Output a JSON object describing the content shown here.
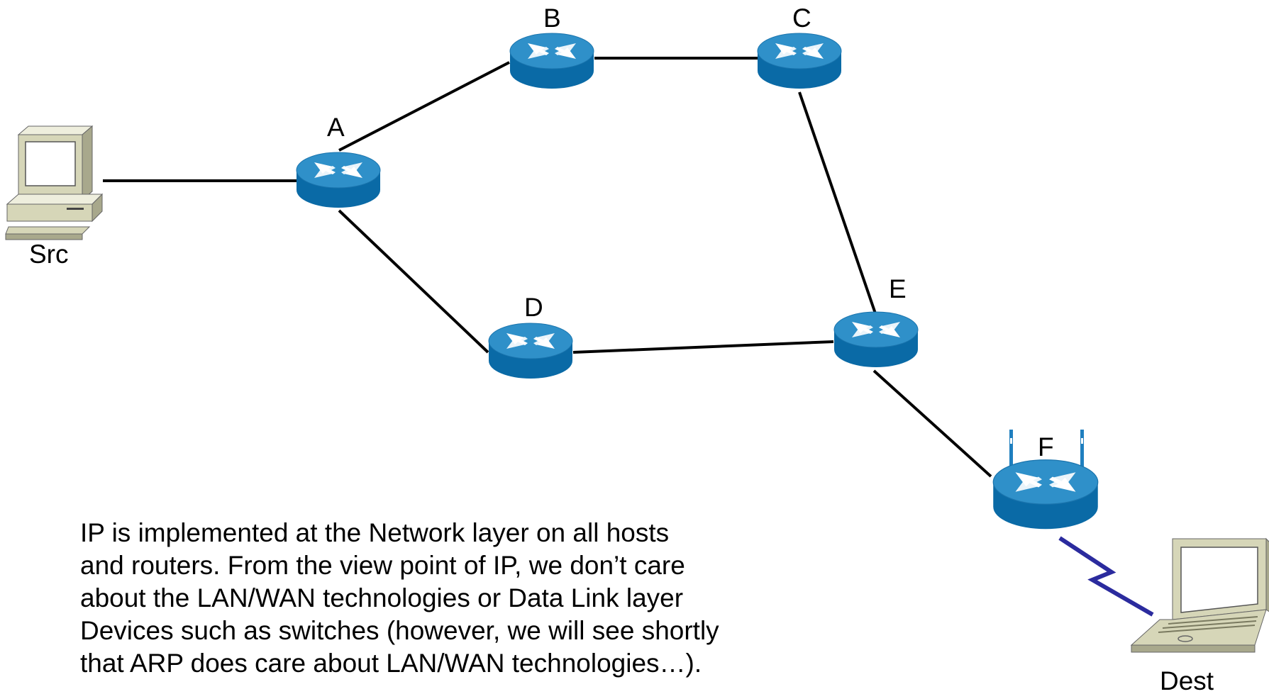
{
  "nodes": {
    "src": {
      "label": "Src",
      "icon": "desktop-computer-icon"
    },
    "a": {
      "label": "A",
      "icon": "router-icon"
    },
    "b": {
      "label": "B",
      "icon": "router-icon"
    },
    "c": {
      "label": "C",
      "icon": "router-icon"
    },
    "d": {
      "label": "D",
      "icon": "router-icon"
    },
    "e": {
      "label": "E",
      "icon": "router-icon"
    },
    "f": {
      "label": "F",
      "icon": "wireless-router-icon"
    },
    "dest": {
      "label": "Dest",
      "icon": "laptop-computer-icon"
    }
  },
  "links": [
    {
      "from": "Src",
      "to": "A",
      "kind": "wired"
    },
    {
      "from": "A",
      "to": "B",
      "kind": "wired"
    },
    {
      "from": "B",
      "to": "C",
      "kind": "wired"
    },
    {
      "from": "C",
      "to": "E",
      "kind": "wired"
    },
    {
      "from": "A",
      "to": "D",
      "kind": "wired"
    },
    {
      "from": "D",
      "to": "E",
      "kind": "wired"
    },
    {
      "from": "E",
      "to": "F",
      "kind": "wired"
    },
    {
      "from": "F",
      "to": "Dest",
      "kind": "wireless"
    }
  ],
  "colors": {
    "router_top": "#2f90c9",
    "router_side": "#0a6aa6",
    "wired_link": "#000000",
    "wireless_link": "#2b2b9e",
    "computer_body": "#d6d6b8"
  },
  "note": {
    "lines": [
      "IP is implemented at the Network layer on all hosts",
      "and routers. From the view point of IP, we don’t care",
      "about the LAN/WAN technologies or Data Link layer",
      "Devices such as switches (however, we will see shortly",
      "that ARP does care about LAN/WAN technologies…)."
    ]
  }
}
